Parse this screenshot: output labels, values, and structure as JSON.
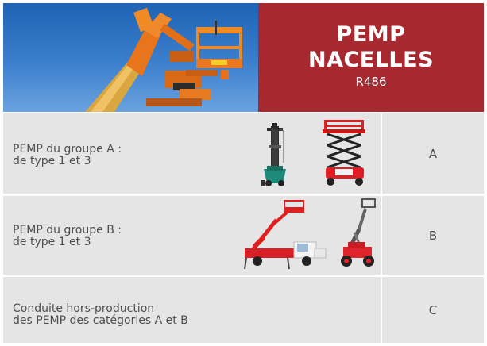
{
  "header": {
    "title_line1": "PEMP",
    "title_line2": "NACELLES",
    "subtitle": "R486"
  },
  "rows": [
    {
      "line1": "PEMP du groupe A :",
      "line2": "de type 1 et 3",
      "code": "A"
    },
    {
      "line1": "PEMP du groupe B :",
      "line2": "de type 1 et 3",
      "code": "B"
    },
    {
      "line1": "Conduite hors-production",
      "line2": "des PEMP des catégories A et B",
      "code": "C"
    }
  ],
  "colors": {
    "title_bg": "#a8282f",
    "row_bg": "#e5e5e6",
    "sky": "#2f72c4",
    "boom_orange": "#e8741c"
  }
}
